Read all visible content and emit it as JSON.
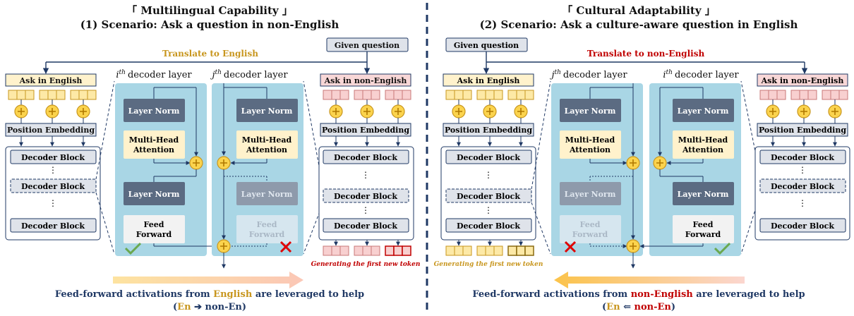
{
  "left": {
    "title": "「 Multilingual Capability 」",
    "scenario": "(1) Scenario: Ask a question in non-English",
    "given_question": "Given question",
    "translate": "Translate to English",
    "ask_en": "Ask in English",
    "ask_non_en": "Ask in non-English",
    "pos_embed": "Position Embedding",
    "decoder_block": "Decoder Block",
    "i_layer": "decoder layer",
    "j_layer": "decoder layer",
    "layer_norm": "Layer Norm",
    "mha_1": "Multi-Head",
    "mha_2": "Attention",
    "ff_1": "Feed",
    "ff_2": "Forward",
    "gen_token": "Generating the first new token",
    "caption_1": "Feed-forward activations from",
    "caption_hl": "English",
    "caption_2": "are leveraged to help",
    "caption_sub_a": "En",
    "caption_sub_arrow": "➔",
    "caption_sub_b": "non-En"
  },
  "right": {
    "title": "「 Cultural Adaptability 」",
    "scenario": "(2) Scenario: Ask a culture-aware question in English",
    "given_question": "Given question",
    "translate": "Translate to non-English",
    "ask_en": "Ask in English",
    "ask_non_en": "Ask in non-English",
    "pos_embed": "Position Embedding",
    "decoder_block": "Decoder Block",
    "j_layer": "decoder layer",
    "i_layer": "decoder layer",
    "layer_norm": "Layer Norm",
    "mha_1": "Multi-Head",
    "mha_2": "Attention",
    "ff_1": "Feed",
    "ff_2": "Forward",
    "gen_token": "Generating the first new token",
    "caption_1": "Feed-forward activations from",
    "caption_hl": "non-English",
    "caption_2": "are leveraged to help",
    "caption_sub_a": "En",
    "caption_sub_arrow": "⇐",
    "caption_sub_b": "non-En"
  },
  "colors": {
    "navy": "#1f3864",
    "gold": "#c8961e",
    "red": "#c00000",
    "yellow_box": "#fff2cc",
    "pink_box": "#f8d7d7",
    "panel_blue": "#a9d6e5",
    "layer_norm": "#5b6b82",
    "check": "#6aa84f"
  }
}
